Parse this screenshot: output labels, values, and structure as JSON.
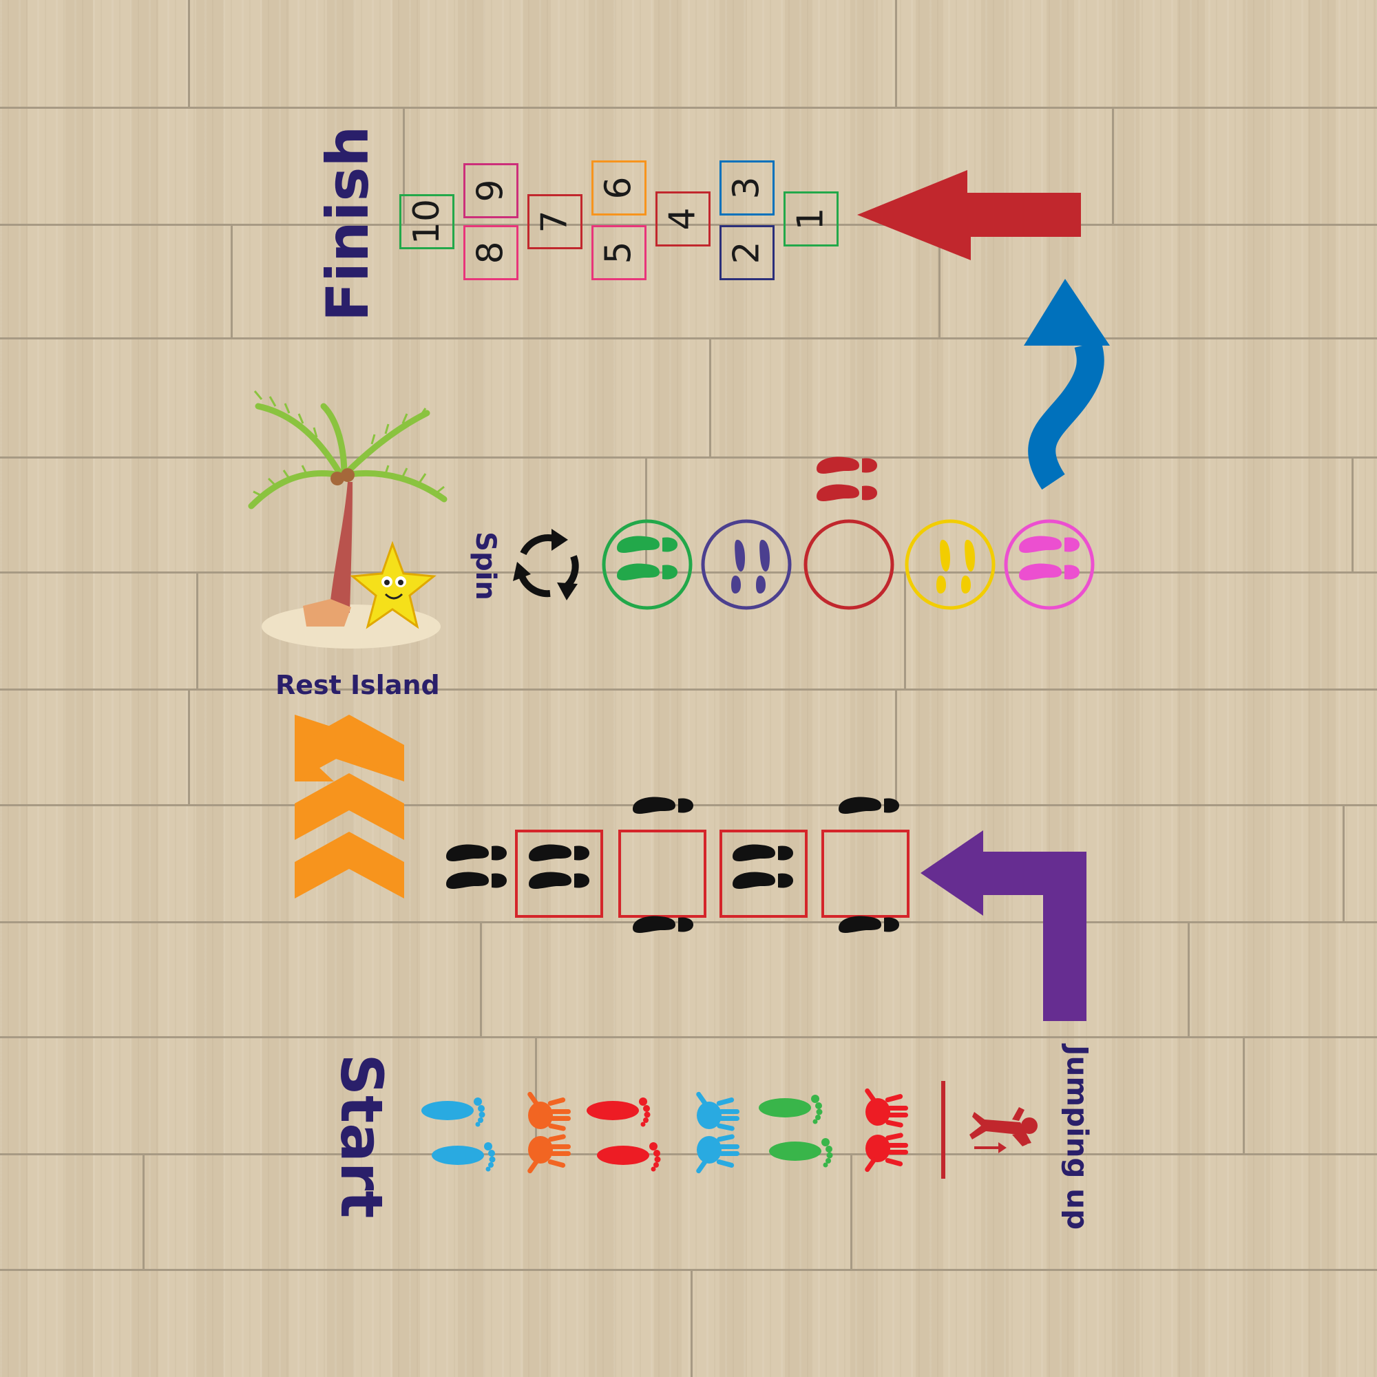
{
  "labels": {
    "finish": "Finish",
    "start": "Start",
    "rest_island": "Rest Island",
    "spin": "Spin",
    "jumping_up": "Jumping up"
  },
  "hopscotch": [
    "1",
    "2",
    "3",
    "4",
    "5",
    "6",
    "7",
    "8",
    "9",
    "10"
  ],
  "colors": {
    "label_text": "#2a1f6a",
    "red_arrow": "#c1272d",
    "blue_arrow": "#0071bc",
    "purple_arrow": "#662d91",
    "orange_chevrons": "#f7941d",
    "green_circle": "#22a84a",
    "purple_circle": "#4b3f8f",
    "red_circle": "#c1272d",
    "yellow_circle": "#f2cd00",
    "pink_circle": "#ec4fd0",
    "floor": "#d8c8ac"
  },
  "icons": [
    "palm-tree-icon",
    "starfish-icon",
    "spin-cycle-icon",
    "jumping-person-icon",
    "footprint-icon",
    "handprint-icon",
    "shoe-print-icon",
    "arrow-icon",
    "chevron-icon"
  ]
}
